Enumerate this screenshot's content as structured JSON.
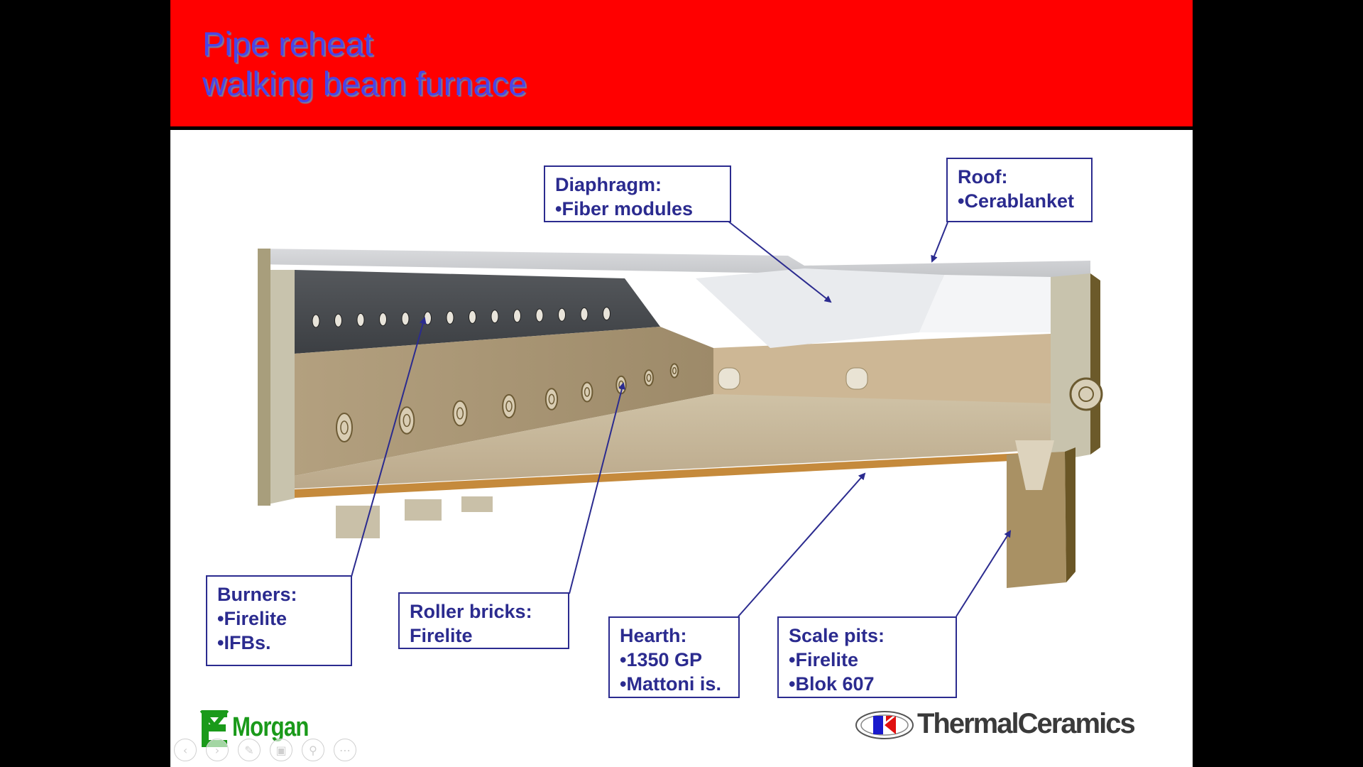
{
  "slide": {
    "title_line1": "Pipe reheat",
    "title_line2": "walking beam furnace",
    "colors": {
      "title_bar": "#ff0000",
      "title_text": "#4a45e6",
      "callout_text": "#2b2b8f",
      "morgan_green": "#1a9a1a"
    }
  },
  "callouts": {
    "diaphragm": {
      "heading": "Diaphragm:",
      "items": [
        "•Fiber modules"
      ]
    },
    "roof": {
      "heading": "Roof:",
      "items": [
        "•Cerablanket"
      ]
    },
    "burners": {
      "heading": "Burners:",
      "items": [
        "•Firelite",
        "•IFBs."
      ]
    },
    "roller_bricks": {
      "heading": "Roller bricks:",
      "items": [
        "Firelite"
      ]
    },
    "hearth": {
      "heading": "Hearth:",
      "items": [
        "•1350 GP",
        "•Mattoni is."
      ]
    },
    "scale_pits": {
      "heading": "Scale pits:",
      "items": [
        "•Firelite",
        "•Blok 607"
      ]
    }
  },
  "logos": {
    "morgan": "Morgan",
    "thermal_ceramics": "ThermalCeramics"
  },
  "nav_controls": [
    {
      "name": "previous-slide-button",
      "icon": "chevron-left-icon",
      "glyph": "‹"
    },
    {
      "name": "next-slide-button",
      "icon": "chevron-right-icon",
      "glyph": "›"
    },
    {
      "name": "pen-tool-button",
      "icon": "pen-icon",
      "glyph": "✎"
    },
    {
      "name": "see-all-slides-button",
      "icon": "slides-grid-icon",
      "glyph": "▣"
    },
    {
      "name": "zoom-button",
      "icon": "magnifier-icon",
      "glyph": "⚲"
    },
    {
      "name": "more-options-button",
      "icon": "more-icon",
      "glyph": "⋯"
    }
  ]
}
